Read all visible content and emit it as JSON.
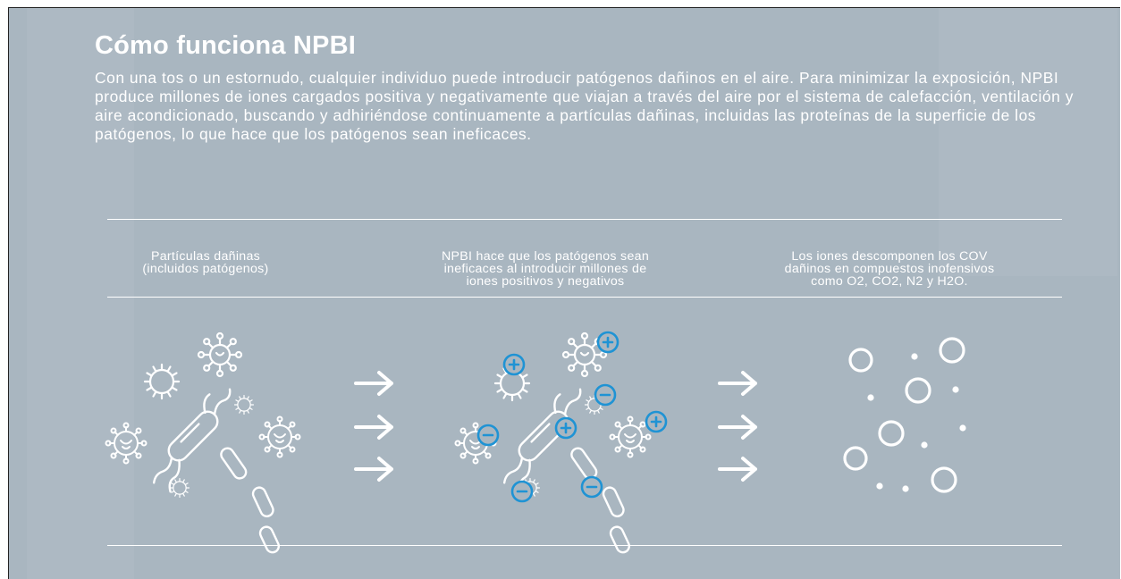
{
  "title": "Cómo funciona NPBI",
  "description": "Con una tos o un estornudo, cualquier individuo puede introducir patógenos dañinos en el aire. Para minimizar la exposición, NPBI produce millones de iones cargados positiva y negativamente que viajan a través del aire por el sistema de calefacción, ventilación y aire acondicionado, buscando y adhiriéndose continuamente a partículas dañinas, incluidas las proteínas de la superficie de los patógenos, lo que hace que los patógenos sean ineficaces.",
  "steps": [
    {
      "caption": "Partículas dañinas\n(incluidos patógenos)"
    },
    {
      "caption": "NPBI hace que los patógenos sean\nineficaces al introducir millones de\niones positivos y negativos"
    },
    {
      "caption": "Los iones descomponen los COV\ndañinos en compuestos inofensivos\ncomo O2, CO2, N2 y H2O."
    }
  ],
  "colors": {
    "background": "#a9b6c0",
    "text": "#ffffff",
    "ion_accent": "#1f93d4"
  },
  "icons": {
    "step1": [
      "virus-icon",
      "bacteria-icon",
      "bacilli-icon"
    ],
    "arrows": "arrow-right-icon",
    "step2": [
      "positive-ion-icon",
      "negative-ion-icon"
    ],
    "step3": [
      "molecule-circle-icon",
      "dot-icon"
    ]
  }
}
